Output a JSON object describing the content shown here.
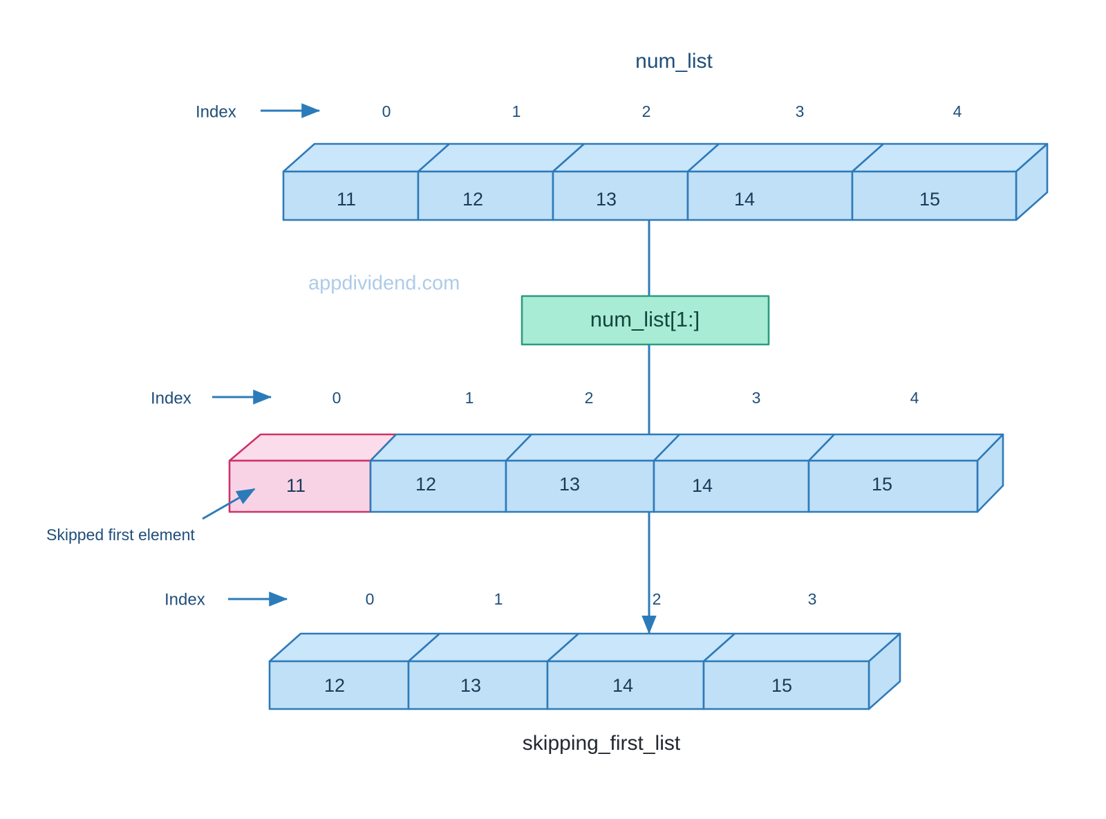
{
  "page": {
    "background": "#ffffff",
    "watermark": "appdividend.com",
    "watermark_color": "#aecbe8"
  },
  "colors": {
    "box_fill": "#bfe0f7",
    "box_fill_top": "#c9e6fa",
    "box_stroke": "#2f7ab8",
    "highlight_fill": "#f8d3e6",
    "highlight_fill_top": "#fbdcea",
    "highlight_stroke": "#cc3366",
    "slice_fill": "#a8ecd5",
    "slice_stroke": "#2a9d7f",
    "slice_text": "#14463c",
    "arrow_blue": "#2b7bba",
    "text_navy": "#1f4e79",
    "text_dark": "#23272e",
    "cell_text": "#1b3a57"
  },
  "arrays": {
    "source": {
      "title": "num_list",
      "title_color": "#1f4e79",
      "index_label": "Index",
      "indices": [
        "0",
        "1",
        "2",
        "3",
        "4"
      ],
      "values": [
        "11",
        "12",
        "13",
        "14",
        "15"
      ],
      "highlight_index": -1
    },
    "middle": {
      "title": "",
      "index_label": "Index",
      "indices": [
        "0",
        "1",
        "2",
        "3",
        "4"
      ],
      "values": [
        "11",
        "12",
        "13",
        "14",
        "15"
      ],
      "highlight_index": 0,
      "annotation": "Skipped first element"
    },
    "result": {
      "title": "skipping_first_list",
      "title_color": "#23272e",
      "index_label": "Index",
      "indices": [
        "0",
        "1",
        "2",
        "3"
      ],
      "values": [
        "12",
        "13",
        "14",
        "15"
      ],
      "highlight_index": -1
    }
  },
  "operation": {
    "label": "num_list[1:]",
    "fill": "#a8ecd5",
    "stroke": "#2a9d7f"
  }
}
